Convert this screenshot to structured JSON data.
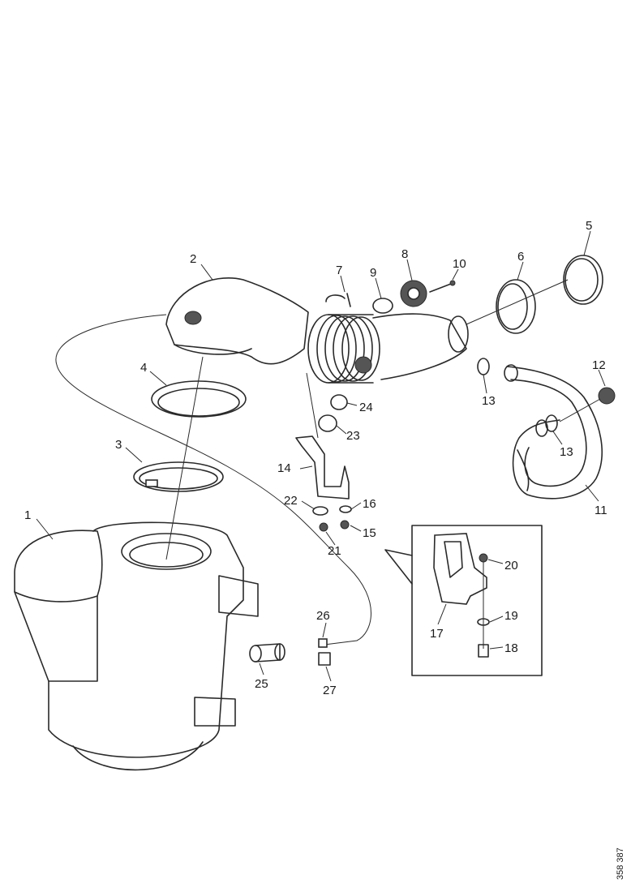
{
  "diagram": {
    "callouts": [
      "1",
      "2",
      "3",
      "4",
      "5",
      "6",
      "7",
      "8",
      "9",
      "10",
      "11",
      "12",
      "13",
      "13",
      "14",
      "15",
      "16",
      "17",
      "18",
      "19",
      "20",
      "21",
      "22",
      "23",
      "24",
      "25",
      "26",
      "27"
    ],
    "reference_code": "358 387"
  },
  "colors": {
    "line": "#2a2a2a",
    "background": "#ffffff"
  }
}
